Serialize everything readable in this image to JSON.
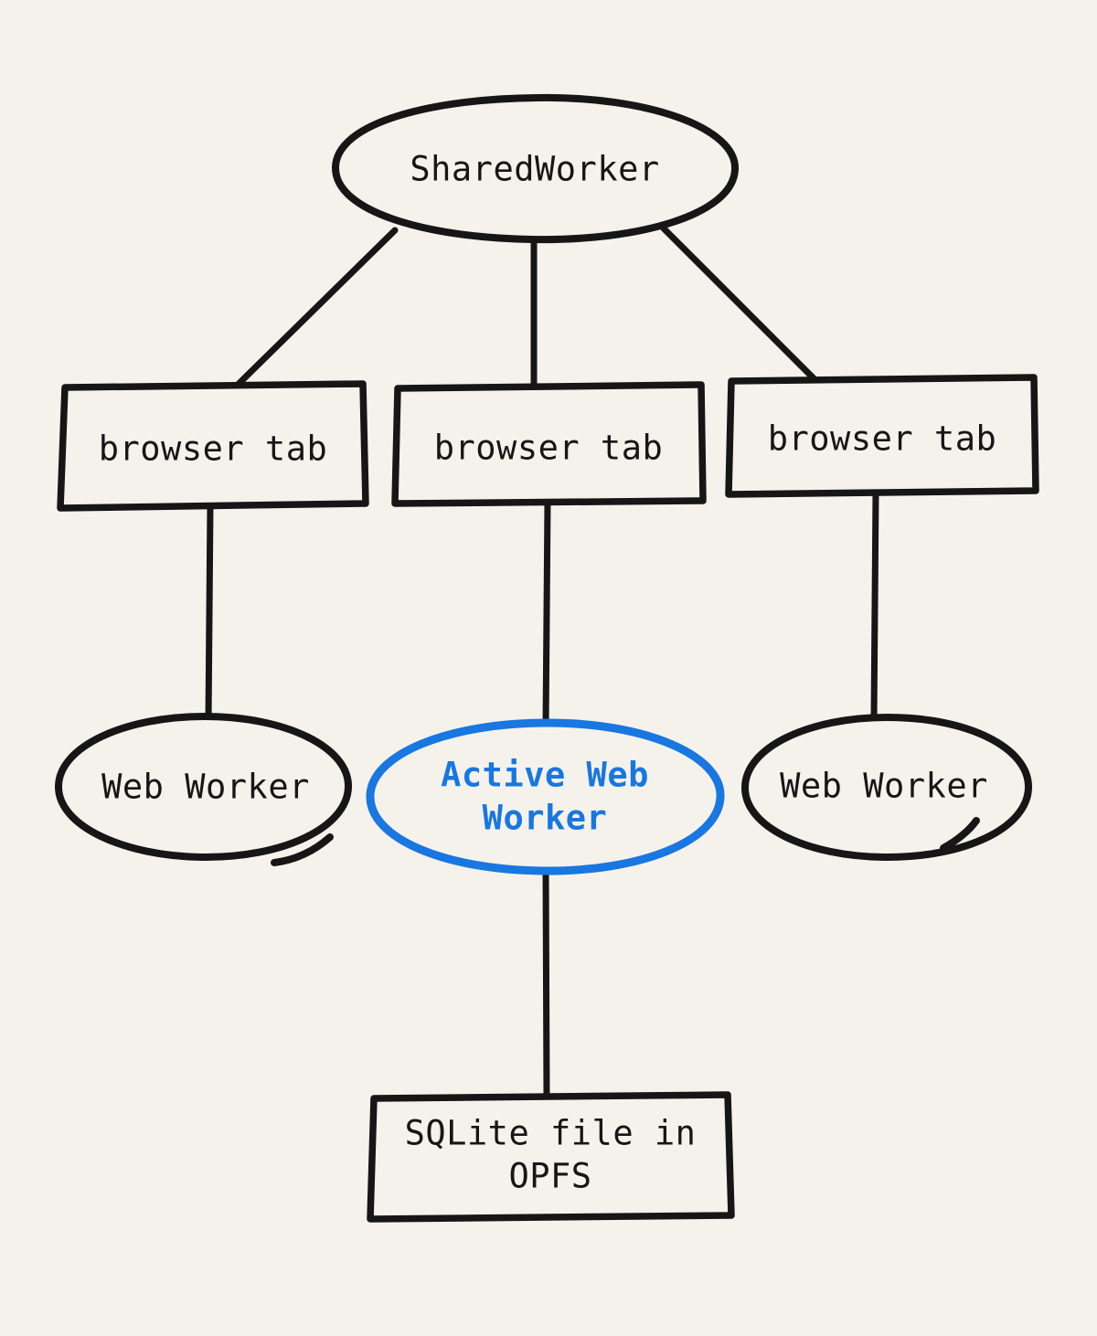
{
  "colors": {
    "background": "#f5f2ec",
    "ink": "#161616",
    "accent": "#1877e0"
  },
  "diagram": {
    "nodes": {
      "shared_worker": {
        "label": "SharedWorker",
        "shape": "ellipse",
        "color": "ink"
      },
      "tab_left": {
        "label": "browser tab",
        "shape": "rectangle",
        "color": "ink"
      },
      "tab_center": {
        "label": "browser tab",
        "shape": "rectangle",
        "color": "ink"
      },
      "tab_right": {
        "label": "browser tab",
        "shape": "rectangle",
        "color": "ink"
      },
      "worker_left": {
        "label": "Web Worker",
        "shape": "ellipse",
        "color": "ink"
      },
      "worker_active": {
        "label": "Active Web Worker",
        "shape": "ellipse",
        "color": "accent"
      },
      "worker_right": {
        "label": "Web Worker",
        "shape": "ellipse",
        "color": "ink"
      },
      "sqlite_file": {
        "label": "SQLite file in OPFS",
        "shape": "rectangle",
        "color": "ink"
      }
    },
    "edges": [
      {
        "from": "shared_worker",
        "to": "tab_left"
      },
      {
        "from": "shared_worker",
        "to": "tab_center"
      },
      {
        "from": "shared_worker",
        "to": "tab_right"
      },
      {
        "from": "tab_left",
        "to": "worker_left"
      },
      {
        "from": "tab_center",
        "to": "worker_active"
      },
      {
        "from": "tab_right",
        "to": "worker_right"
      },
      {
        "from": "worker_active",
        "to": "sqlite_file"
      }
    ]
  }
}
